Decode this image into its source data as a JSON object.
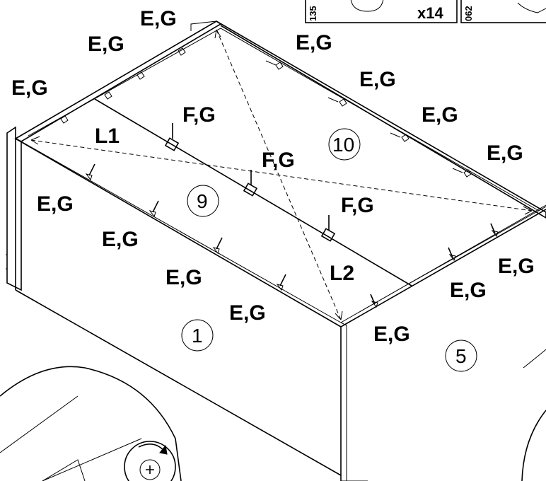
{
  "hardware_box": {
    "code_left": "135",
    "quantity": "x14",
    "code_right": "062"
  },
  "fastener_labels": {
    "back_top_1": "E,G",
    "back_top_2": "E,G",
    "back_top_3": "E,G",
    "right_top_1": "E,G",
    "right_top_2": "E,G",
    "right_top_3": "E,G",
    "right_top_4": "E,G",
    "front_1": "E,G",
    "front_2": "E,G",
    "front_3": "E,G",
    "front_4": "E,G",
    "right_front_1": "E,G",
    "right_front_2": "E,G",
    "right_front_3": "E,G",
    "bracket_1": "F,G",
    "bracket_2": "F,G",
    "bracket_3": "F,G"
  },
  "measurements": {
    "diagonal_1": "L1",
    "diagonal_2": "L2"
  },
  "parts": {
    "front_panel": "1",
    "side_panel": "5",
    "bottom_front": "9",
    "bottom_back": "10"
  }
}
